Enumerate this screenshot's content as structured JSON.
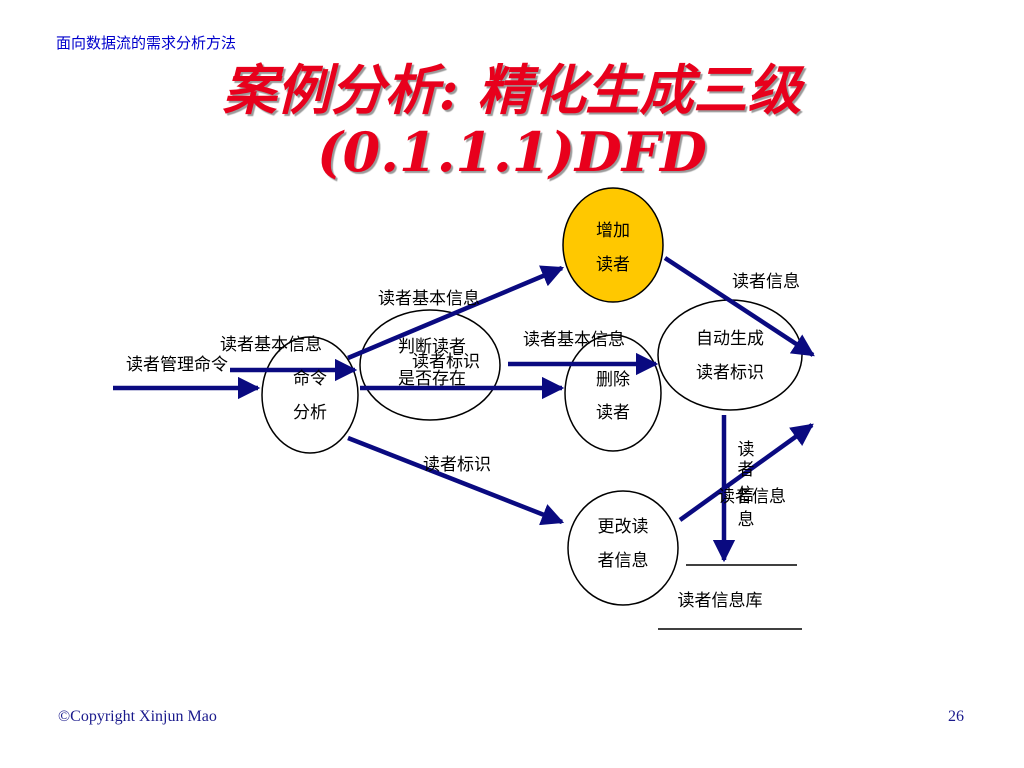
{
  "header": {
    "note": "面向数据流的需求分析方法"
  },
  "title": {
    "line1": "案例分析: 精化生成三级",
    "line2": "(0.1.1.1)DFD"
  },
  "colors": {
    "arrow": "#0a0a80",
    "title": "#e8001c",
    "highlight": "#ffc800"
  },
  "diagram": {
    "processes": {
      "command": [
        "命令",
        "分析"
      ],
      "judge": [
        "判断读者",
        "是否存在"
      ],
      "add": [
        "增加",
        "读者"
      ],
      "delete": [
        "删除",
        "读者"
      ],
      "auto": [
        "自动生成",
        "读者标识"
      ],
      "modify": [
        "更改读",
        "者信息"
      ]
    },
    "flows": {
      "input": "读者管理命令",
      "cmd_judge": "读者基本信息",
      "judge_add": "读者基本信息",
      "judge_delete": "读者标识",
      "delete_auto": "读者基本信息",
      "add_auto": "读者信息",
      "cmd_modify": "读者标识",
      "down_vertical": [
        "读",
        "者",
        "信",
        "息"
      ],
      "modify_up": "读者信息"
    },
    "datastore": "读者信息库"
  },
  "footer": {
    "copyright": "©Copyright Xinjun Mao",
    "page": "26"
  }
}
